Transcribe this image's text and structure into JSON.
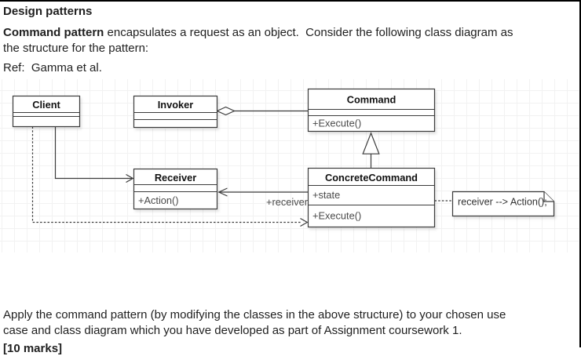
{
  "document": {
    "heading": "Design patterns",
    "intro_line1_bold": "Command pattern",
    "intro_line1_rest": " encapsulates a request as an object.  Consider the following class diagram as",
    "intro_line2": "the structure for the pattern:",
    "reference": "Ref:  Gamma et al.",
    "apply_line1": "Apply the command pattern (by modifying the classes in the above structure) to your chosen use",
    "apply_line2": "case and class diagram which you have developed as part of Assignment coursework 1.",
    "marks_clipped": "[10 marks]"
  },
  "diagram": {
    "classes": [
      {
        "name": "Client",
        "attributes": [],
        "methods": []
      },
      {
        "name": "Invoker",
        "attributes": [],
        "methods": []
      },
      {
        "name": "Command",
        "attributes": [],
        "methods": [
          "+Execute()"
        ]
      },
      {
        "name": "Receiver",
        "attributes": [],
        "methods": [
          "+Action()"
        ]
      },
      {
        "name": "ConcreteCommand",
        "attributes": [
          "+state"
        ],
        "methods": [
          "+Execute()"
        ]
      }
    ],
    "edges": {
      "aggregation": "Invoker<>--Command",
      "generalization": "ConcreteCommand--|>Command",
      "association_label": "+receiver",
      "dependency": "Client-->ConcreteCommand"
    },
    "note_text": "receiver --> Action();",
    "colors": {
      "box_border": "#3b3b3b",
      "box_fill": "#ffffff",
      "grid_line": "#f2f2f2",
      "member_text": "#4a4a4a",
      "title_text": "#111111",
      "page_border": "#000000"
    }
  }
}
